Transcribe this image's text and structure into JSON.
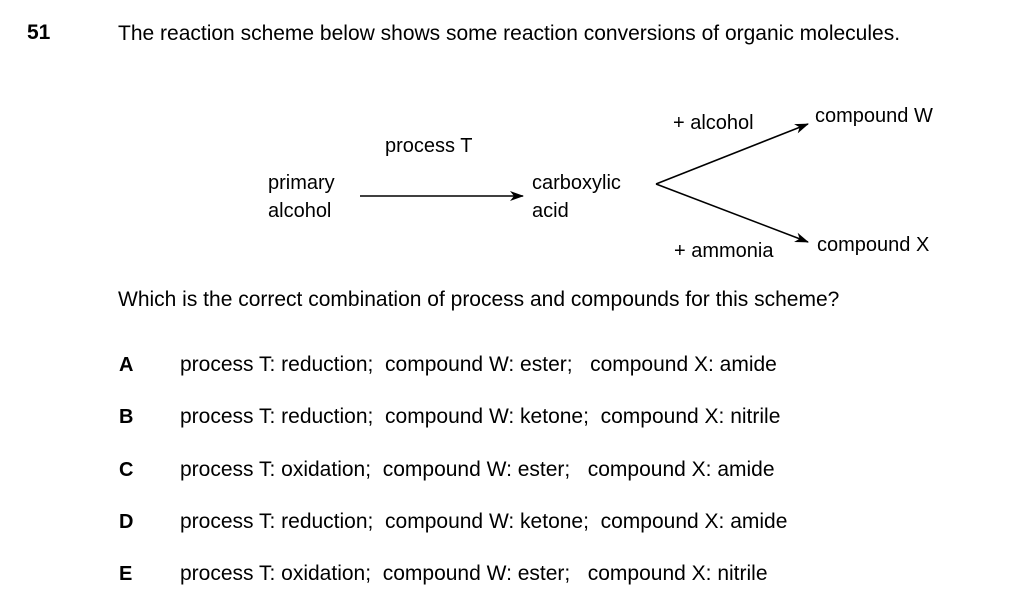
{
  "question": {
    "number": "51",
    "stem": "The reaction scheme below shows some reaction conversions of organic molecules."
  },
  "scheme": {
    "start_line1": "primary",
    "start_line2": "alcohol",
    "process_label": "process T",
    "middle_line1": "carboxylic",
    "middle_line2": "acid",
    "upper_reagent": "+ alcohol",
    "upper_product": "compound W",
    "lower_reagent": "+ ammonia",
    "lower_product": "compound X"
  },
  "prompt": "Which is the correct combination of process and compounds for this scheme?",
  "options": [
    {
      "letter": "A",
      "text": "process T: reduction;  compound W: ester;   compound X: amide"
    },
    {
      "letter": "B",
      "text": "process T: reduction;  compound W: ketone;  compound X: nitrile"
    },
    {
      "letter": "C",
      "text": "process T: oxidation;  compound W: ester;   compound X: amide"
    },
    {
      "letter": "D",
      "text": "process T: reduction;  compound W: ketone;  compound X: amide"
    },
    {
      "letter": "E",
      "text": "process T: oxidation;  compound W: ester;   compound X: nitrile"
    }
  ]
}
